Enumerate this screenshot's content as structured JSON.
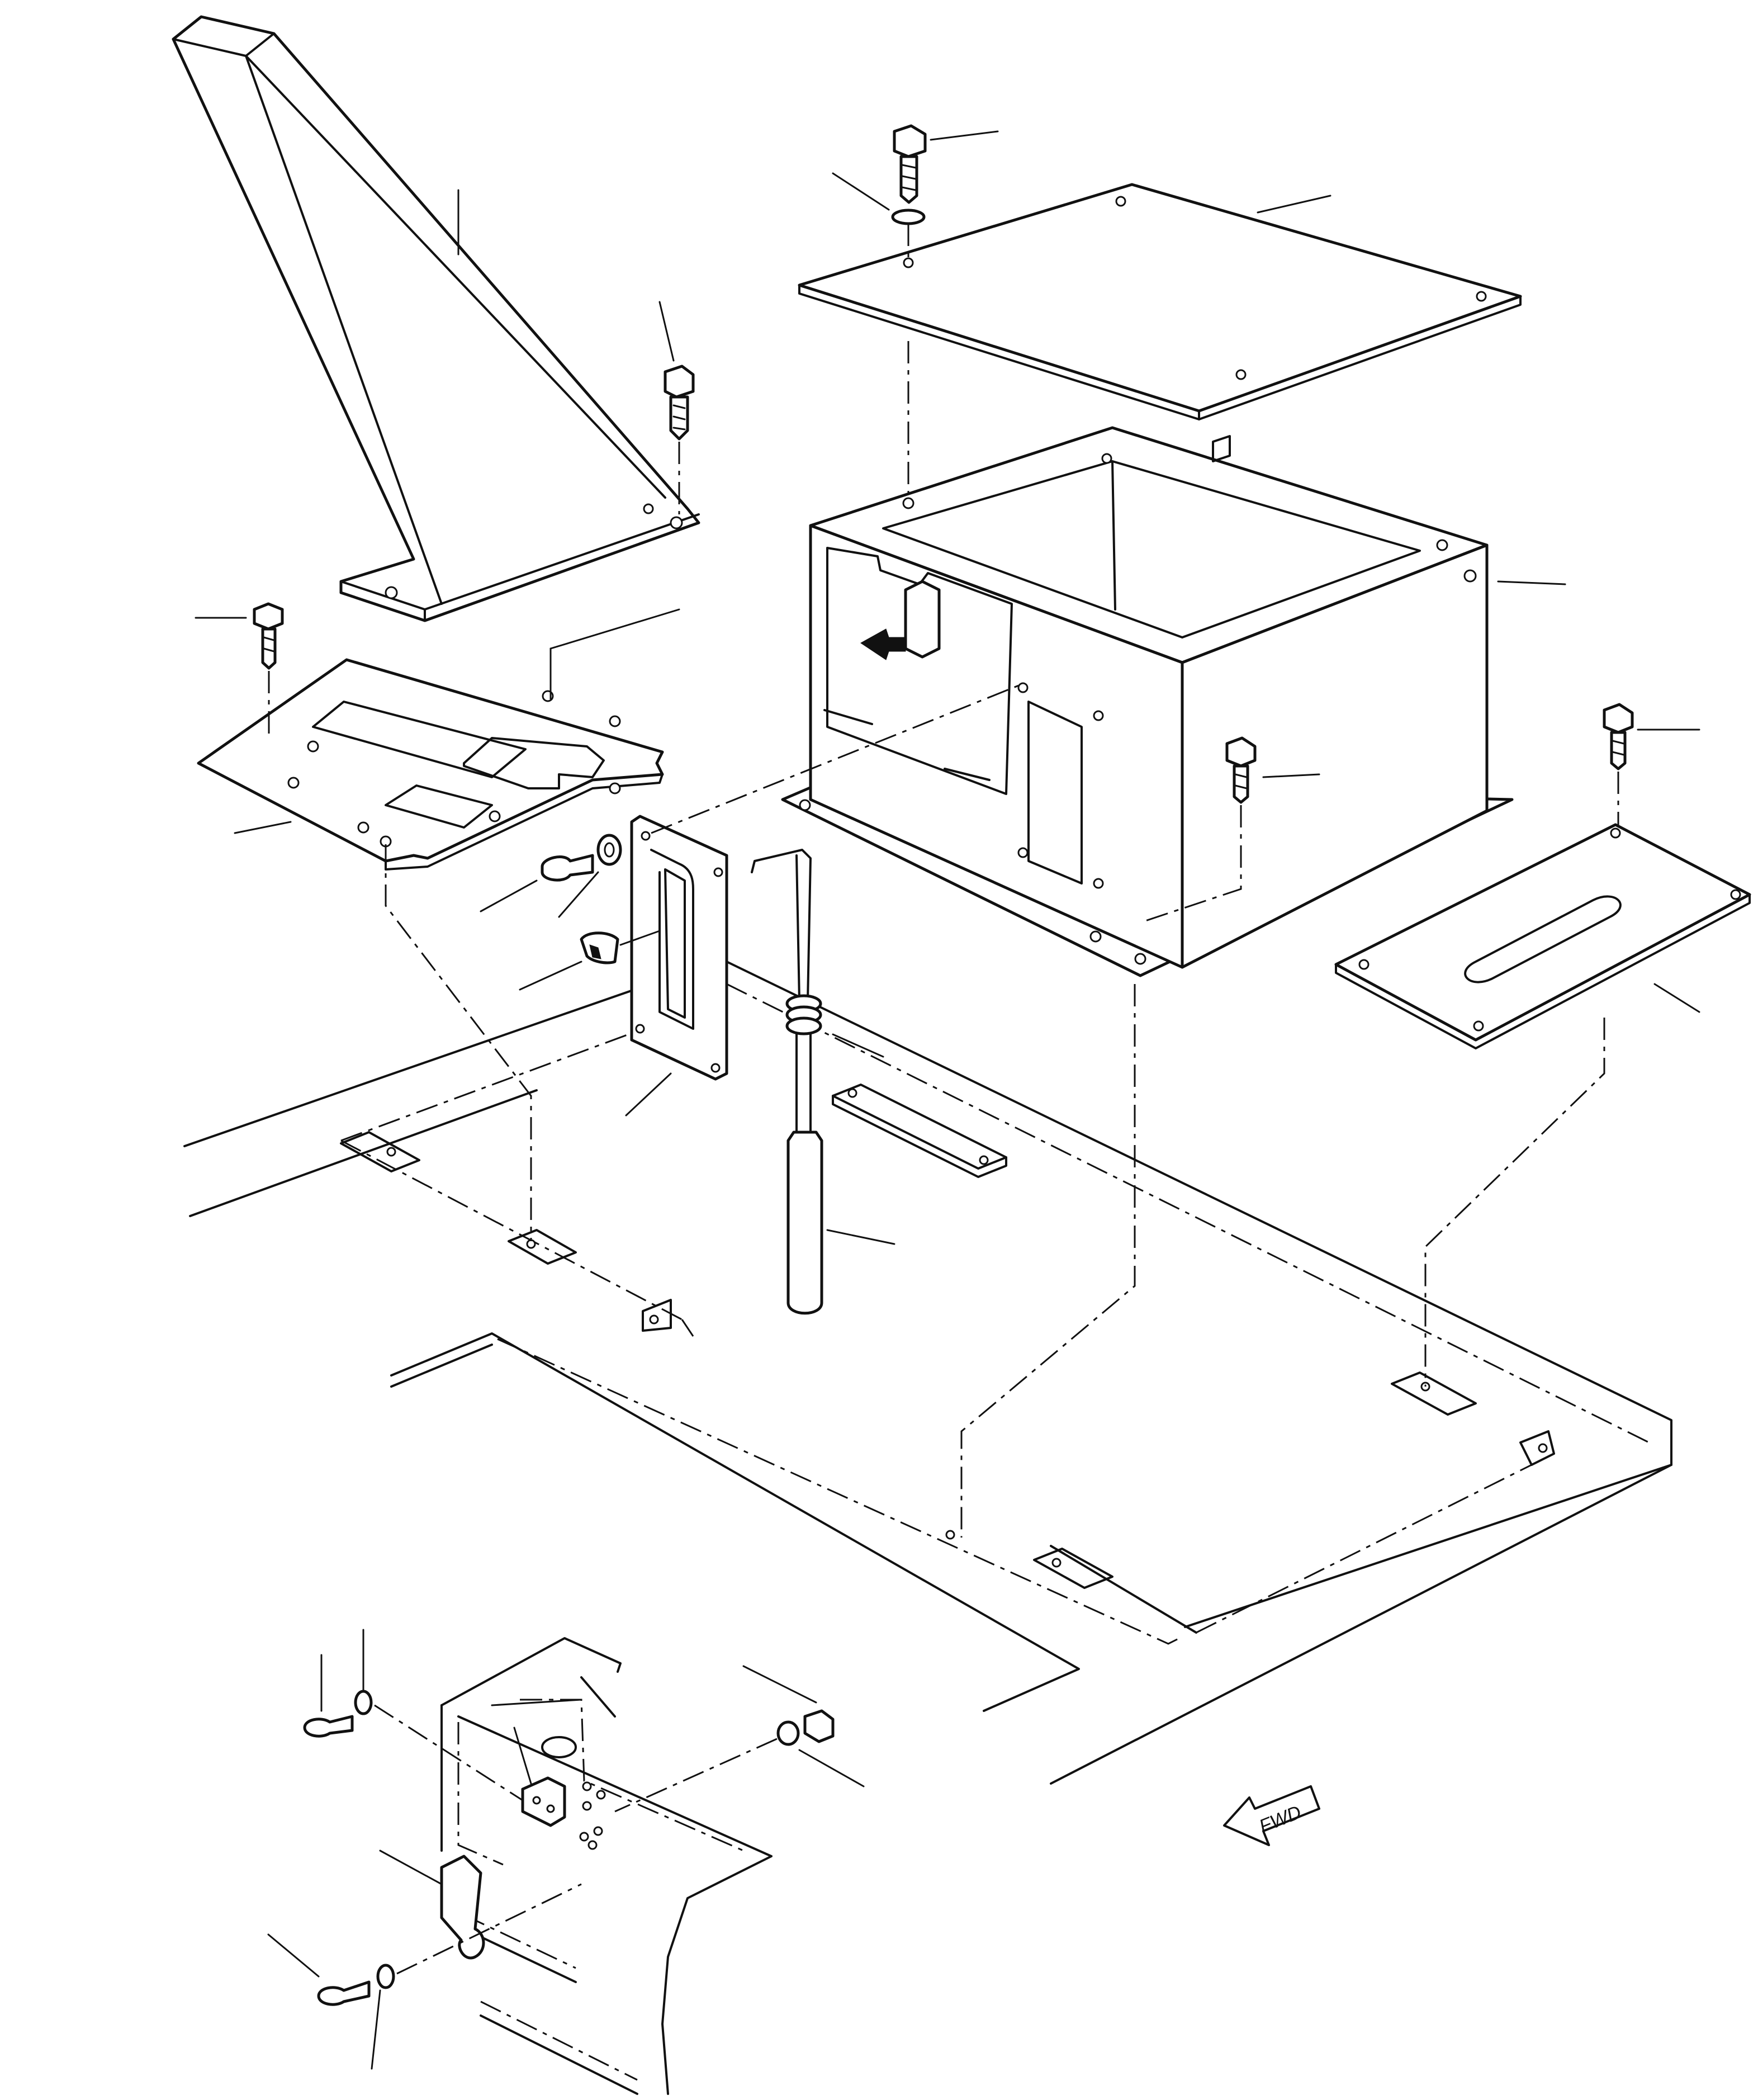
{
  "diagram": {
    "direction_marker": {
      "text": "FWD"
    },
    "parts": [
      {
        "name": "pedestal-stand"
      },
      {
        "name": "top-cover-plate"
      },
      {
        "name": "console-box"
      },
      {
        "name": "left-mount-plate"
      },
      {
        "name": "right-slotted-plate"
      },
      {
        "name": "slotted-guide-plate"
      },
      {
        "name": "control-rod-handle"
      },
      {
        "name": "floor-frame"
      },
      {
        "name": "latch-bracket-detail"
      }
    ]
  }
}
